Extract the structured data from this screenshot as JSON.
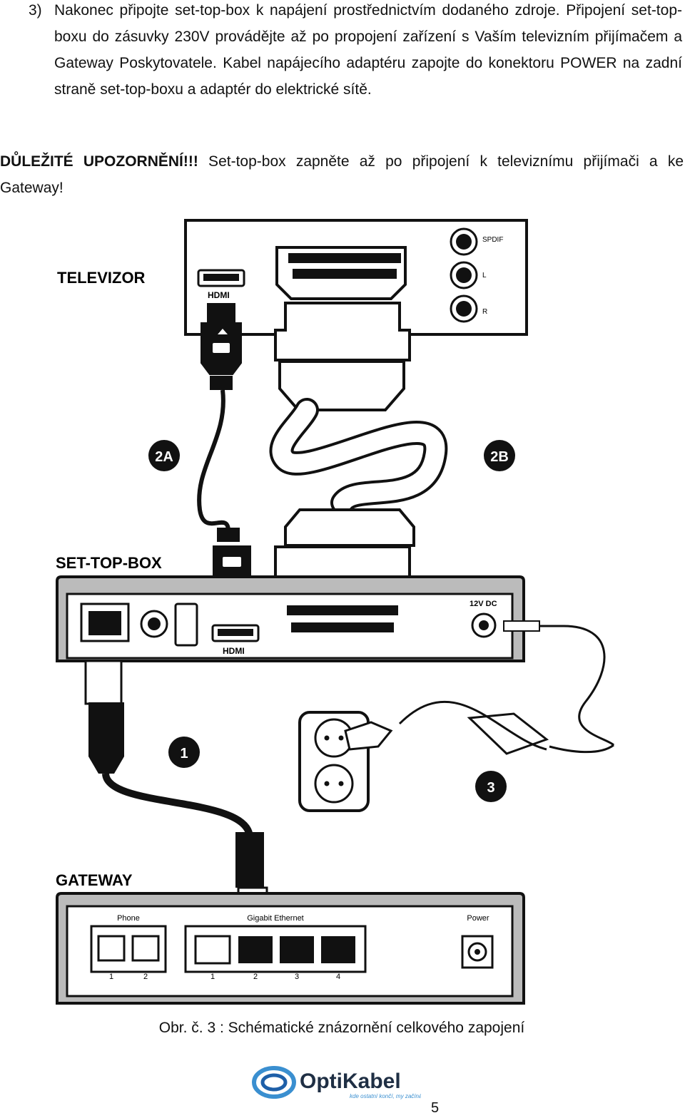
{
  "step": {
    "number": "3)",
    "text": "Nakonec připojte set-top-box k napájení prostřednictvím dodaného zdroje. Připojení set-top-boxu do zásuvky 230V provádějte až po propojení zařízení s Vaším televizním přijímačem a Gateway Poskytovatele. Kabel napájecího adaptéru zapojte do konektoru POWER na zadní straně set-top-boxu a adaptér do elektrické sítě."
  },
  "warning": {
    "label": "DŮLEŽITÉ UPOZORNĚNÍ!!!",
    "text": " Set-top-box zapněte až po připojení k televiznímu přijímači a ke Gateway!"
  },
  "diagram": {
    "tv_label": "TELEVIZOR",
    "stb_label": "SET-TOP-BOX",
    "gateway_label": "GATEWAY",
    "tv_hdmi": "HDMI",
    "tv_spdif": "SPDIF",
    "tv_l": "L",
    "tv_r": "R",
    "stb_hdmi": "HDMI",
    "stb_power": "12V DC",
    "badge_2a": "2A",
    "badge_2b": "2B",
    "badge_1": "1",
    "badge_3": "3",
    "gw_phone": "Phone",
    "gw_ethernet": "Gigabit Ethernet",
    "gw_power": "Power",
    "gw_phone_ports": [
      "1",
      "2"
    ],
    "gw_eth_ports": [
      "1",
      "2",
      "3",
      "4"
    ]
  },
  "caption": "Obr. č. 3 : Schématické znázornění celkového zapojení",
  "logo": {
    "name": "OptiKabel",
    "tagline": "kde ostatní končí, my začínáme"
  },
  "page_number": "5"
}
